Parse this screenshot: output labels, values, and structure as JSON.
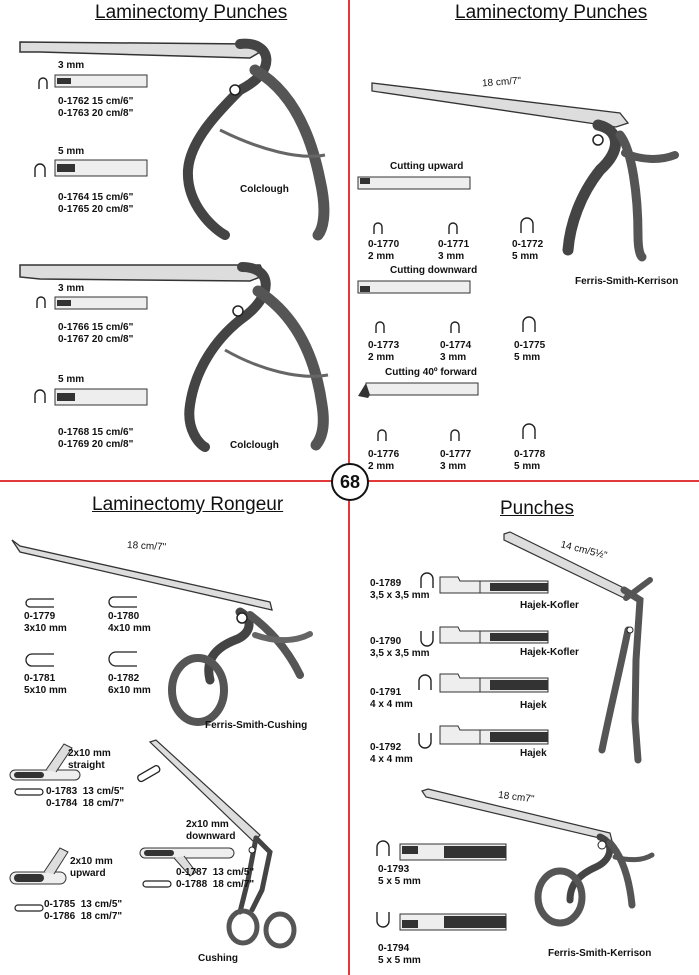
{
  "page_number": "68",
  "q1": {
    "title": "Laminectomy Punches",
    "sizes": [
      "3 mm",
      "5 mm",
      "3 mm",
      "5 mm"
    ],
    "items": [
      "0-1762 15 cm/6\"\n0-1763 20 cm/8\"",
      "0-1764 15 cm/6\"\n0-1765 20 cm/8\"",
      "0-1766 15 cm/6\"\n0-1767 20 cm/8\"",
      "0-1768 15 cm/6\"\n0-1769 20 cm/8\""
    ],
    "model_a": "Colclough",
    "model_b": "Colclough"
  },
  "q2": {
    "title": "Laminectomy Punches",
    "length": "18 cm/7\"",
    "sections": [
      "Cutting upward",
      "Cutting downward",
      "Cutting 40º forward"
    ],
    "codes": [
      [
        "0-1770\n2 mm",
        "0-1771\n3 mm",
        "0-1772\n5 mm"
      ],
      [
        "0-1773\n2 mm",
        "0-1774\n3 mm",
        "0-1775\n5 mm"
      ],
      [
        "0-1776\n2 mm",
        "0-1777\n3 mm",
        "0-1778\n5 mm"
      ]
    ],
    "model": "Ferris-Smith-Kerrison"
  },
  "q3": {
    "title": "Laminectomy  Rongeur",
    "length": "18 cm/7\"",
    "tips": [
      "0-1779\n3x10 mm",
      "0-1780\n4x10 mm",
      "0-1781\n5x10 mm",
      "0-1782\n6x10 mm"
    ],
    "model_a": "Ferris-Smith-Cushing",
    "straight": "2x10 mm\nstraight",
    "straight_codes": "0-1783  13 cm/5\"\n0-1784  18 cm/7\"",
    "upward": "2x10 mm\nupward",
    "upward_codes": "0-1785  13 cm/5\"\n0-1786  18 cm/7\"",
    "downward": "2x10 mm\ndownward",
    "downward_codes": "0-1787  13 cm/5\"\n0-1788  18 cm/7\"",
    "model_b": "Cushing"
  },
  "q4": {
    "title": "Punches",
    "length_a": "14 cm/5½\"",
    "items": [
      "0-1789\n3,5 x 3,5 mm",
      "0-1790\n3,5 x 3,5 mm",
      "0-1791\n4 x 4 mm",
      "0-1792\n4 x 4 mm"
    ],
    "models": [
      "Hajek-Kofler",
      "Hajek-Kofler",
      "Hajek",
      "Hajek"
    ],
    "length_b": "18 cm7\"",
    "items_b": [
      "0-1793\n5 x 5 mm",
      "0-1794\n5 x 5 mm"
    ],
    "model_b": "Ferris-Smith-Kerrison"
  }
}
